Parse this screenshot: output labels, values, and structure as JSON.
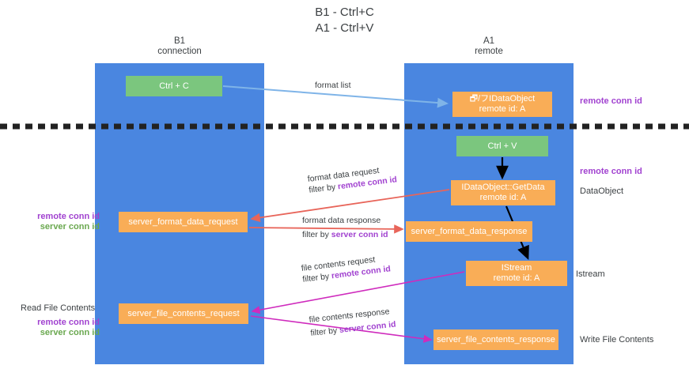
{
  "title": {
    "line1": "B1 - Ctrl+C",
    "line2": "A1 - Ctrl+V"
  },
  "lanes": [
    {
      "name": "b1",
      "line1": "B1",
      "line2": "connection",
      "color": "#4a86e0"
    },
    {
      "name": "a1",
      "line1": "A1",
      "line2": "remote",
      "color": "#4a86e0"
    }
  ],
  "boxes": {
    "ctrl_c": {
      "line1": "Ctrl + C",
      "line2": "",
      "color": "#7bc67e"
    },
    "data_object": {
      "line1": "🗗/フIDataObject",
      "line2": "remote id: A",
      "color": "#f9ad57"
    },
    "ctrl_v": {
      "line1": "Ctrl + V",
      "line2": "",
      "color": "#7bc67e"
    },
    "get_data": {
      "line1": "IDataObject::GetData",
      "line2": "remote id: A",
      "color": "#f9ad57"
    },
    "server_format_data_request": {
      "line1": "server_format_data_request",
      "line2": "",
      "color": "#f9ad57"
    },
    "server_format_data_response": {
      "line1": "server_format_data_response",
      "line2": "",
      "color": "#f9ad57"
    },
    "istream": {
      "line1": "IStream",
      "line2": "remote id: A",
      "color": "#f9ad57"
    },
    "server_file_contents_request": {
      "line1": "server_file_contents_request",
      "line2": "",
      "color": "#f9ad57"
    },
    "server_file_contents_response": {
      "line1": "server_file_contents_response",
      "line2": "",
      "color": "#f9ad57"
    }
  },
  "edge_captions": {
    "format_list": {
      "text": "format list"
    },
    "format_data_request": {
      "line1": "format data request",
      "filter_prefix": "filter by ",
      "filter_key": "remote conn id"
    },
    "format_data_response": {
      "line1": "format data response",
      "filter_prefix": "filter by ",
      "filter_key": "server conn id"
    },
    "file_contents_request": {
      "line1": "file contents request",
      "filter_prefix": "filter by ",
      "filter_key": "remote conn id"
    },
    "file_contents_response": {
      "line1": "file contents response",
      "filter_prefix": "filter by ",
      "filter_key": "server conn id"
    }
  },
  "side_labels": {
    "remote_conn_id_top": "remote conn id",
    "remote_conn_id_mid": "remote conn id",
    "data_object": "DataObject",
    "istream": "Istream",
    "write_file_contents": "Write File Contents",
    "read_file_contents": "Read File Contents",
    "left_remote_conn_id_1": "remote conn id",
    "left_server_conn_id_1": "server conn id",
    "left_remote_conn_id_2": "remote conn id",
    "left_server_conn_id_2": "server conn id"
  },
  "colors": {
    "lane": "#4a86e0",
    "green_box": "#7bc67e",
    "orange_box": "#f9ad57",
    "purple_text": "#a142d0",
    "green_text": "#6aa84f",
    "red_arrow": "#e8655a",
    "magenta_arrow": "#cf2bbd",
    "blue_arrow": "#7fb4e8",
    "black_arrow": "#000000",
    "background": "#ffffff"
  }
}
